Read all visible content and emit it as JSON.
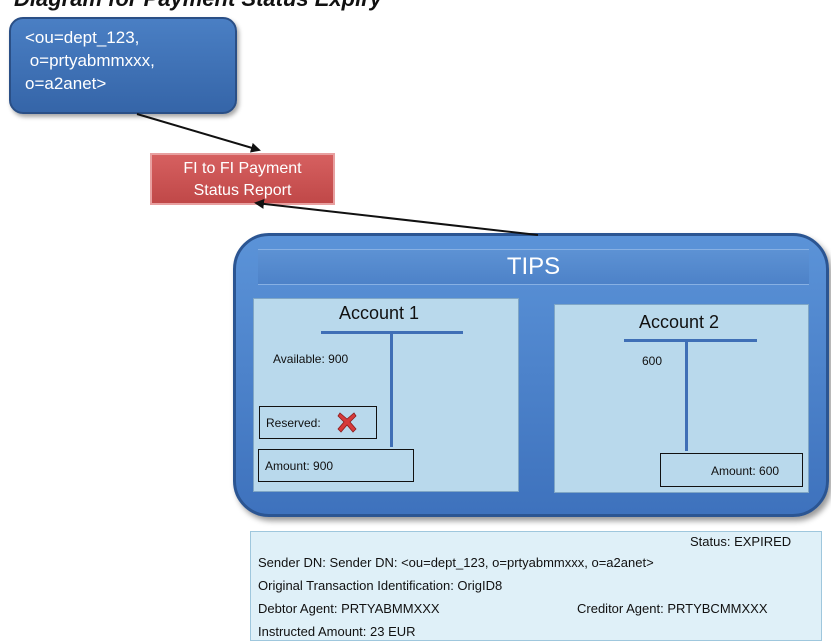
{
  "heading": "Diagram for Payment Status Expiry",
  "sender_box": {
    "lines": [
      "<ou=dept_123,",
      " o=prtyabmmxxx,",
      "o=a2anet>"
    ]
  },
  "report_box": {
    "lines": [
      "FI to FI Payment",
      "Status Report"
    ]
  },
  "tips": {
    "title": "TIPS",
    "account1": {
      "title": "Account 1",
      "available": "Available: 900",
      "reserved": "Reserved:",
      "amount": "Amount: 900"
    },
    "account2": {
      "title": "Account 2",
      "value": "600",
      "amount": "Amount: 600"
    }
  },
  "status_box": {
    "status": "Status: EXPIRED",
    "sender_dn": "Sender DN: Sender  DN: <ou=dept_123,  o=prtyabmmxxx, o=a2anet>",
    "original_tx": "Original Transaction Identification: OrigID8",
    "debtor_agent": "Debtor Agent:  PRTYABMMXXX",
    "creditor_agent": "Creditor Agent:  PRTYBCMMXXX",
    "instructed_amount": "Instructed Amount:  23 EUR"
  },
  "colors": {
    "sender_box": "#3e70b5",
    "report_box": "#c94f4f",
    "tips": "#4a80c8",
    "account": "#b9d9ec",
    "status_box": "#dff0f8",
    "x_mark": "#d63b3b"
  }
}
